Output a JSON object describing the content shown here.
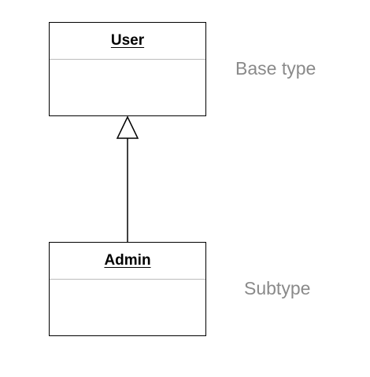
{
  "diagram": {
    "classes": {
      "user": {
        "name": "User"
      },
      "admin": {
        "name": "Admin"
      }
    },
    "annotations": {
      "base": "Base type",
      "sub": "Subtype"
    },
    "relationship": {
      "type": "generalization",
      "from": "Admin",
      "to": "User"
    },
    "colors": {
      "stroke": "#000000",
      "divider": "#bcbcbc",
      "annotation_text": "#8a8a8a"
    }
  }
}
